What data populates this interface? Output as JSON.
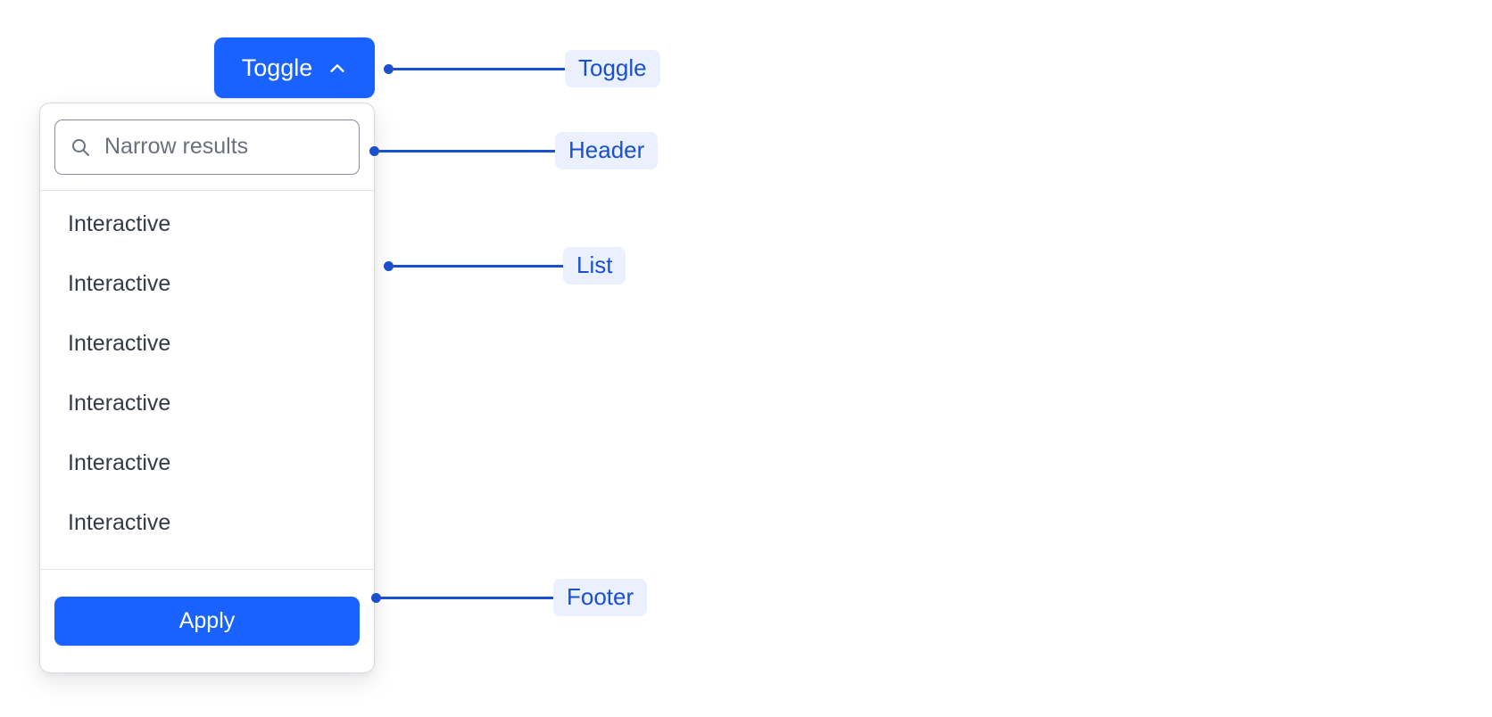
{
  "toggle": {
    "label": "Toggle",
    "icon": "chevron-up-icon",
    "expanded": true,
    "background_color": "#1a62ff",
    "text_color": "#ffffff"
  },
  "panel": {
    "header": {
      "search": {
        "icon": "search-icon",
        "placeholder": "Narrow results",
        "value": ""
      }
    },
    "list": {
      "items": [
        {
          "label": "Interactive"
        },
        {
          "label": "Interactive"
        },
        {
          "label": "Interactive"
        },
        {
          "label": "Interactive"
        },
        {
          "label": "Interactive"
        },
        {
          "label": "Interactive"
        }
      ]
    },
    "footer": {
      "apply_label": "Apply",
      "apply_background_color": "#1a62ff"
    },
    "border_color": "#d7dae0",
    "divider_color": "#e3e5ea"
  },
  "annotations": {
    "accent_color": "#1a4fd0",
    "pill_background_color": "#eaf0fd",
    "items": [
      {
        "label": "Toggle",
        "target": "toggle-button"
      },
      {
        "label": "Header",
        "target": "panel-header"
      },
      {
        "label": "List",
        "target": "panel-list"
      },
      {
        "label": "Footer",
        "target": "panel-footer"
      }
    ]
  }
}
